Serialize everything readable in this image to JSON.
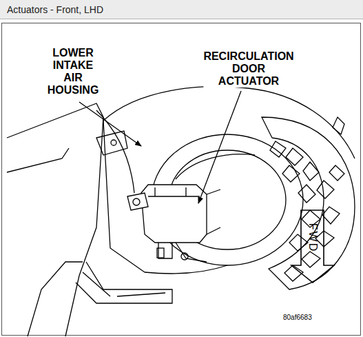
{
  "diagram": {
    "title": "Actuators - Front, LHD",
    "labels": [
      "LOWER INTAKE AIR HOUSING",
      "RECIRCULATION DOOR ACTUATOR",
      "FWD",
      "80af6683"
    ]
  }
}
